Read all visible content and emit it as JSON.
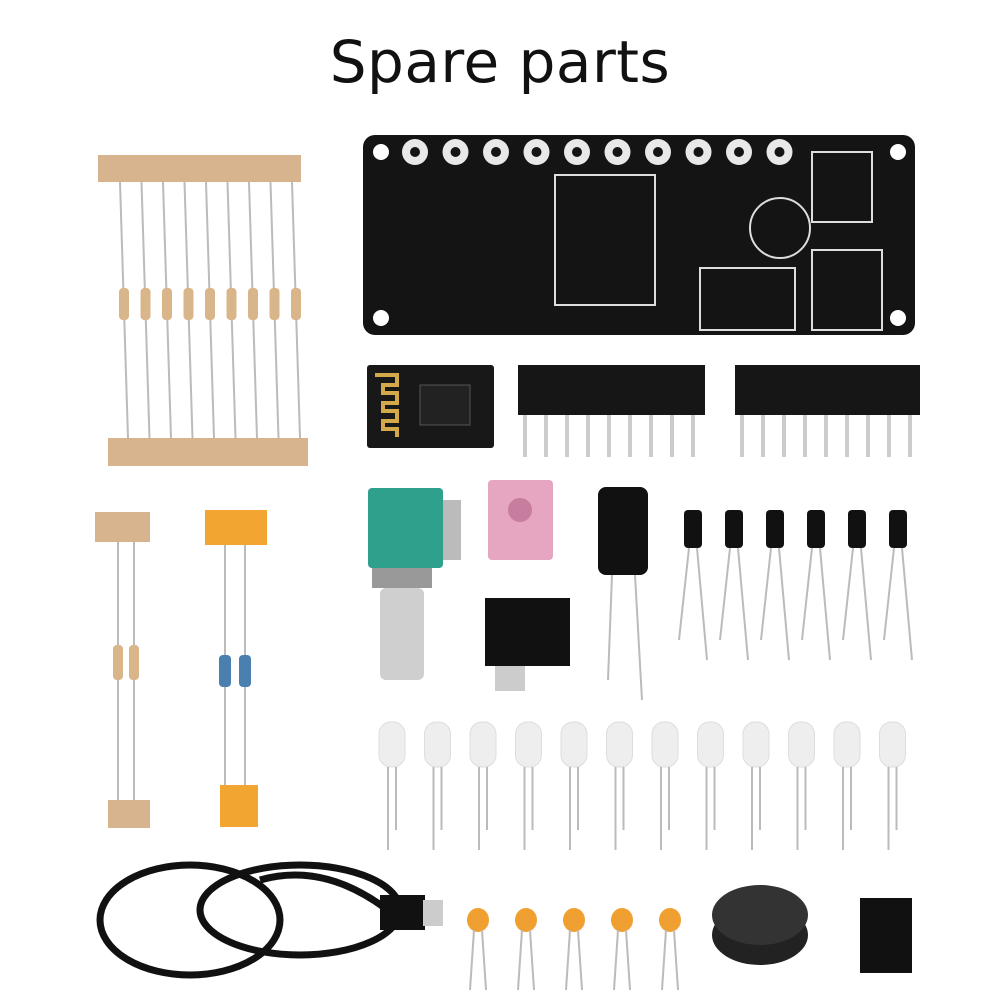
{
  "title": "Spare parts",
  "colors": {
    "background": "#ffffff",
    "pcb": "#141414",
    "tape_beige": "#d8b48e",
    "tape_orange": "#f2a530",
    "potentiometer": "#2fa08c",
    "audio_jack": "#e6a5c0",
    "capacitor_ceramic": "#f0a030"
  },
  "parts": [
    "pcb-board",
    "resistors-strip",
    "bluetooth-module",
    "led-bar-sockets",
    "potentiometer",
    "audio-jack",
    "large-capacitor",
    "small-capacitors",
    "dc-jack",
    "leds",
    "usb-cable",
    "ceramic-capacitors",
    "knob",
    "ic-chip"
  ]
}
